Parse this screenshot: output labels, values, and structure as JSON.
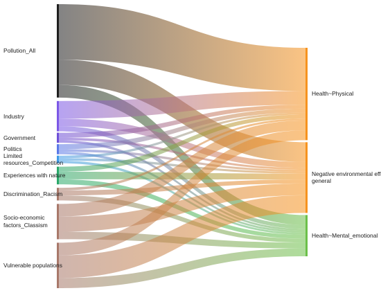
{
  "chart_data": {
    "type": "sankey",
    "source_nodes": [
      {
        "id": "pollution",
        "label": "Pollution_All",
        "color": "#1e1e1e"
      },
      {
        "id": "industry",
        "label": "Industry",
        "color": "#7b57e6"
      },
      {
        "id": "government",
        "label": "Government",
        "color": "#6e4fd8"
      },
      {
        "id": "politics",
        "label": "Politics",
        "color": "#5a78e8"
      },
      {
        "id": "limited",
        "label": "Limited resources_Competition",
        "label_lines": [
          "Limited",
          "resources_Competition"
        ],
        "color": "#3d9ae8"
      },
      {
        "id": "nature",
        "label": "Experiences with nature",
        "color": "#2aa86a"
      },
      {
        "id": "racism",
        "label": "Discrimination_Racism",
        "color": "#a8786a"
      },
      {
        "id": "classism",
        "label": "Socio-economic factors_Classism",
        "label_lines": [
          "Socio-economic",
          "factors_Classism"
        ],
        "color": "#a8786a"
      },
      {
        "id": "vulnerable",
        "label": "Vulnerable populations",
        "color": "#a8786a"
      }
    ],
    "target_nodes": [
      {
        "id": "physical",
        "label": "Health~Physical",
        "color": "#f7931e"
      },
      {
        "id": "negative",
        "label": "Negative environmental effect general",
        "label_lines": [
          "Negative environmental effect",
          "general"
        ],
        "color": "#f7931e"
      },
      {
        "id": "mental",
        "label": "Health~Mental_emotional",
        "color": "#6cc04a"
      }
    ],
    "links": [
      {
        "source": "pollution",
        "target": "physical",
        "value": 22
      },
      {
        "source": "pollution",
        "target": "negative",
        "value": 10
      },
      {
        "source": "pollution",
        "target": "mental",
        "value": 5
      },
      {
        "source": "industry",
        "target": "physical",
        "value": 7
      },
      {
        "source": "industry",
        "target": "negative",
        "value": 3
      },
      {
        "source": "industry",
        "target": "mental",
        "value": 2
      },
      {
        "source": "government",
        "target": "physical",
        "value": 2
      },
      {
        "source": "government",
        "target": "negative",
        "value": 1
      },
      {
        "source": "government",
        "target": "mental",
        "value": 1
      },
      {
        "source": "politics",
        "target": "physical",
        "value": 2
      },
      {
        "source": "politics",
        "target": "negative",
        "value": 1
      },
      {
        "source": "politics",
        "target": "mental",
        "value": 1
      },
      {
        "source": "limited",
        "target": "physical",
        "value": 1
      },
      {
        "source": "limited",
        "target": "negative",
        "value": 1
      },
      {
        "source": "limited",
        "target": "mental",
        "value": 1
      },
      {
        "source": "nature",
        "target": "physical",
        "value": 2
      },
      {
        "source": "nature",
        "target": "negative",
        "value": 3
      },
      {
        "source": "nature",
        "target": "mental",
        "value": 2
      },
      {
        "source": "racism",
        "target": "physical",
        "value": 1
      },
      {
        "source": "racism",
        "target": "negative",
        "value": 2
      },
      {
        "source": "racism",
        "target": "mental",
        "value": 2
      },
      {
        "source": "classism",
        "target": "physical",
        "value": 5
      },
      {
        "source": "classism",
        "target": "negative",
        "value": 6
      },
      {
        "source": "classism",
        "target": "mental",
        "value": 3
      },
      {
        "source": "vulnerable",
        "target": "physical",
        "value": 5
      },
      {
        "source": "vulnerable",
        "target": "negative",
        "value": 9
      },
      {
        "source": "vulnerable",
        "target": "mental",
        "value": 4
      }
    ]
  }
}
